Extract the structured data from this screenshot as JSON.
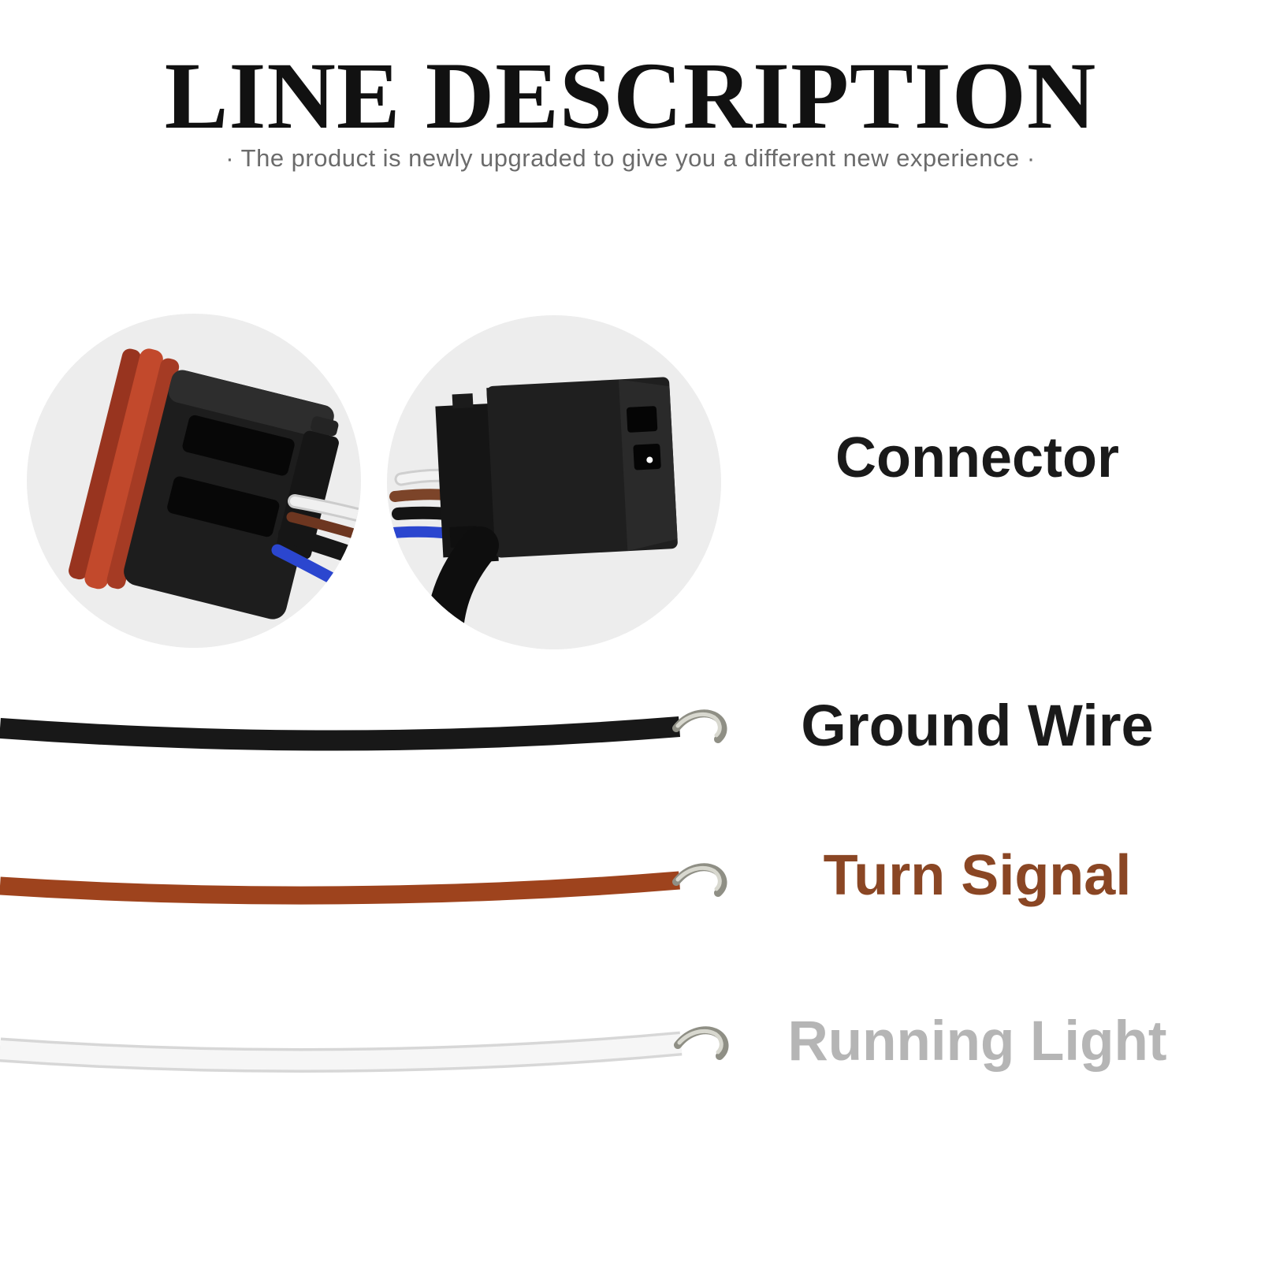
{
  "header": {
    "title": "LINE DESCRIPTION",
    "subtitle": "· The product is newly upgraded to give you a different new experience ·"
  },
  "labels": {
    "connector": "Connector",
    "ground_wire": "Ground Wire",
    "turn_signal": "Turn Signal",
    "running_light": "Running Light"
  },
  "figures": {
    "left_photo": "pigtail-connector-photo",
    "right_photo": "socket-connector-photo"
  },
  "colors": {
    "title": "#111111",
    "subtitle": "#6b6b6b",
    "circle_background": "#ededed",
    "label_connector": "#1a1a1a",
    "label_ground_wire": "#1a1a1a",
    "label_turn_signal": "#8a4624",
    "label_running_light": "#b5b5b5",
    "ground_wire": "#181818",
    "turn_signal_wire": "#9e431d",
    "running_light_wire": "#f6f6f6",
    "wire_tip_silver": "#d8d8cf",
    "connector_seal_red": "#c2492c",
    "connector_body_black": "#1d1d1d",
    "wire_blue": "#2b46cf"
  }
}
